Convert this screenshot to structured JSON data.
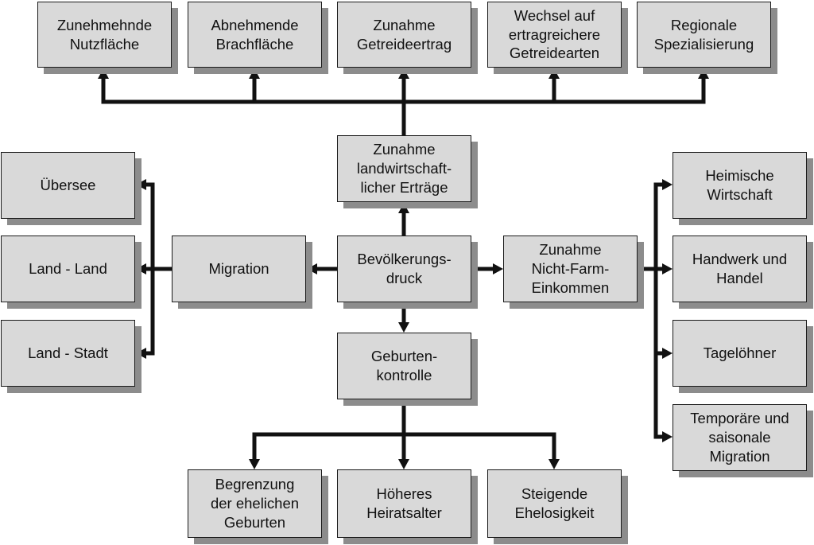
{
  "diagram": {
    "center": "Bevölkerungs-\ndruck",
    "up": "Zunahme\nlandwirtschaft-\nlicher Erträge",
    "left": "Migration",
    "right": "Zunahme\nNicht-Farm-\nEinkommen",
    "down": "Geburten-\nkontrolle",
    "top_row": [
      "Zunehmehnde\nNutzfläche",
      "Abnehmende\nBrachfläche",
      "Zunahme\nGetreideertrag",
      "Wechsel auf\nertragreichere\nGetreidearten",
      "Regionale\nSpezialisierung"
    ],
    "left_column": [
      "Übersee",
      "Land - Land",
      "Land - Stadt"
    ],
    "right_column": [
      "Heimische\nWirtschaft",
      "Handwerk und\nHandel",
      "Tagelöhner",
      "Temporäre und\nsaisonale\nMigration"
    ],
    "bottom_row": [
      "Begrenzung\nder ehelichen\nGeburten",
      "Höheres\nHeiratsalter",
      "Steigende\nEhelosigkeit"
    ]
  },
  "colors": {
    "box_fill": "#d9d9d9",
    "box_border": "#1a1a1a",
    "box_shadow": "#8c8c8c",
    "line": "#111111"
  }
}
